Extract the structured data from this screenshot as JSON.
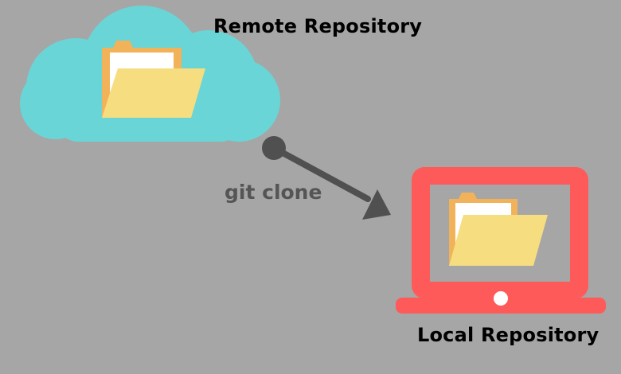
{
  "diagram": {
    "remote": {
      "label": "Remote Repository",
      "icon": "cloud-icon",
      "content_icon": "folder-icon"
    },
    "local": {
      "label": "Local Repository",
      "icon": "laptop-icon",
      "content_icon": "folder-icon"
    },
    "connector": {
      "label": "git clone",
      "from": "remote",
      "to": "local",
      "icon": "arrow-icon"
    },
    "colors": {
      "background": "#a6a6a6",
      "cloud": "#6ad5d6",
      "laptop": "#ff5a5a",
      "screen": "#a6a6a6",
      "folder_back": "#f2b25a",
      "folder_front": "#f5dd80",
      "paper": "#ffffff",
      "arrow": "#505050",
      "label_text": "#000000",
      "connector_text": "#555555"
    }
  }
}
